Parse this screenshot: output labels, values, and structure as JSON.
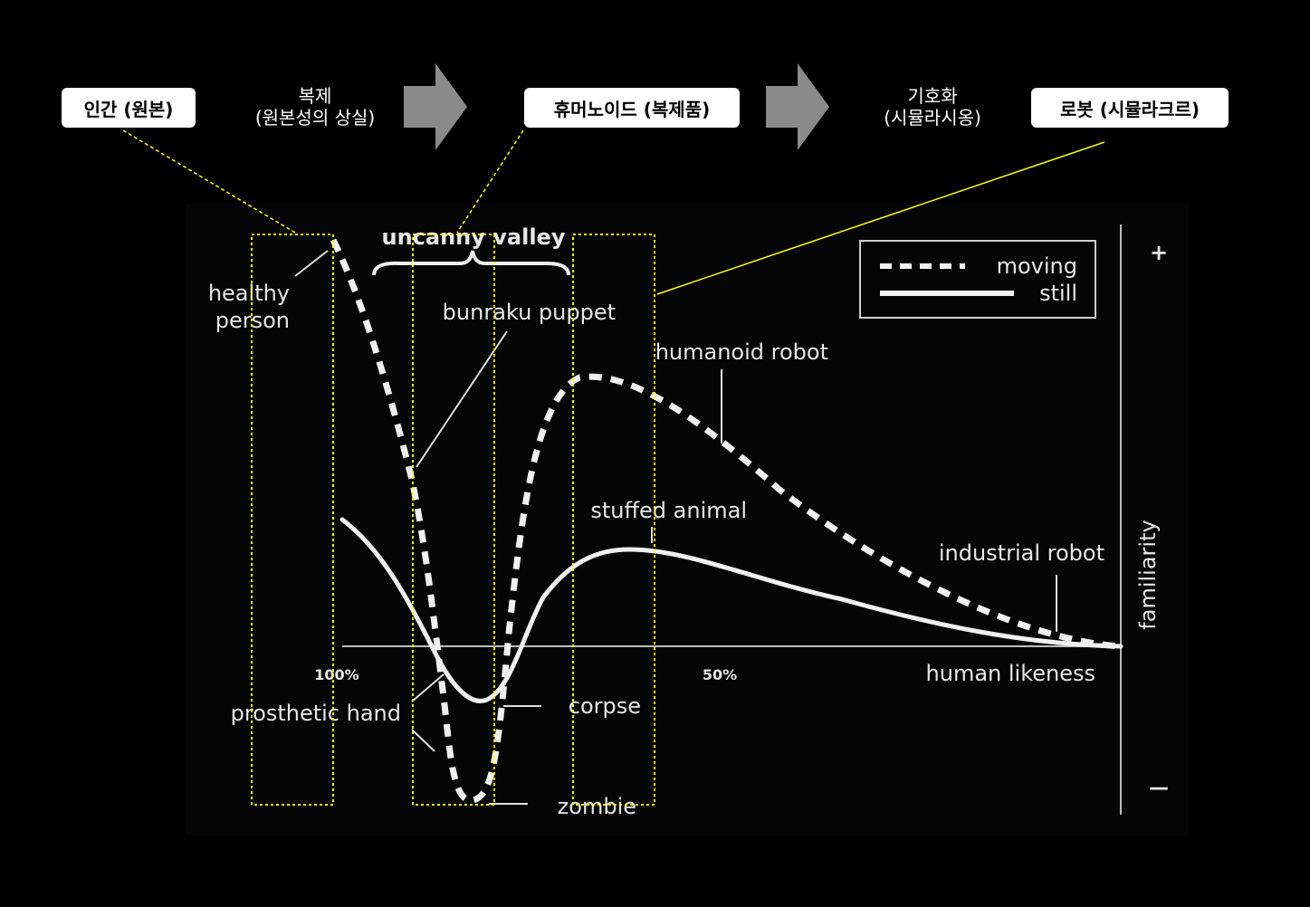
{
  "flow": {
    "box_human": "인간 (원본)",
    "step_copy": {
      "line1": "복제",
      "line2": "(원본성의 상실)"
    },
    "box_humanoid": "휴머노이드 (복제품)",
    "step_symbol": {
      "line1": "기호화",
      "line2": "(시뮬라시옹)"
    },
    "box_robot": "로봇 (시뮬라크르)"
  },
  "chart": {
    "uncanny_valley": "uncanny valley",
    "legend": {
      "moving": "moving",
      "still": "still"
    },
    "y_axis": {
      "label": "familiarity",
      "plus": "+",
      "minus": "—"
    },
    "x_axis": {
      "label": "human likeness",
      "tick_50": "50%",
      "tick_100": "100%"
    },
    "annotations": {
      "healthy": "healthy",
      "person": "person",
      "bunraku_puppet": "bunraku puppet",
      "humanoid_robot": "humanoid robot",
      "stuffed_animal": "stuffed animal",
      "industrial_robot": "industrial robot",
      "corpse": "corpse",
      "prosthetic_hand": "prosthetic hand",
      "zombie": "zombie"
    }
  },
  "colors": {
    "background": "#000000",
    "chart_bg": "#050505",
    "highlight": "#ffff00",
    "arrow": "#8a8a8a",
    "curve": "#f0f0f0"
  }
}
